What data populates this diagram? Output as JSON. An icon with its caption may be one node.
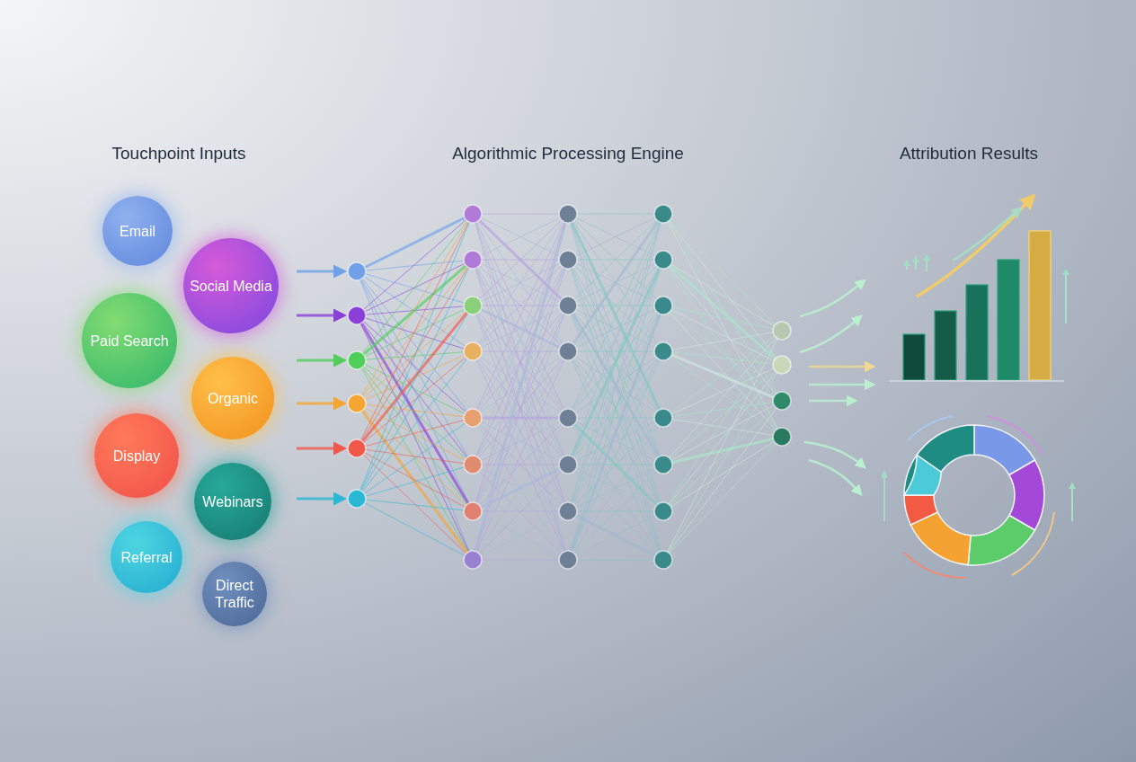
{
  "diagram": {
    "nodes": [
      {
        "text": [
          "Email"
        ]
      },
      {
        "text": [
          "Social Media"
        ]
      },
      {
        "text": [
          "Paid Search"
        ]
      },
      {
        "text": [
          "Organic"
        ]
      },
      {
        "text": [
          "Display"
        ]
      },
      {
        "text": [
          "Webinars"
        ]
      },
      {
        "text": [
          "Referral"
        ]
      },
      {
        "text": [
          "Direct Traffic"
        ]
      }
    ],
    "labels": [
      "Touchpoint Inputs",
      "Algorithmic Processing Engine",
      "Attribution Results"
    ]
  }
}
